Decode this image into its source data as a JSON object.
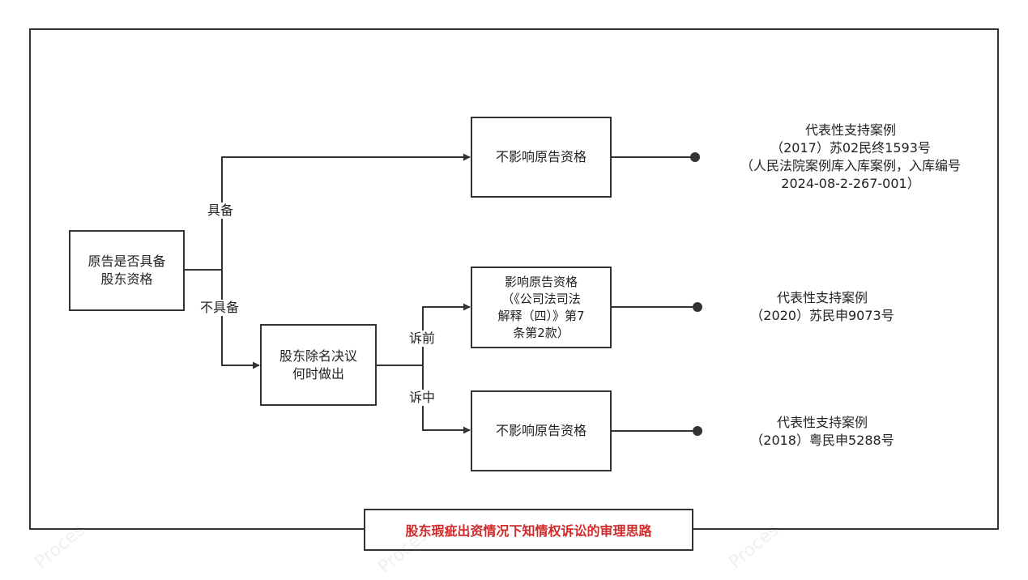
{
  "colors": {
    "stroke": "#333333",
    "text": "#222222",
    "title_text": "#d22a2a",
    "background": "#ffffff"
  },
  "nodes": {
    "qualification": "原告是否具备\n股东资格",
    "timing": "股东除名决议\n何时做出",
    "no_effect_top": "不影响原告资格",
    "affects": "影响原告资格\n（《公司法司法\n解释（四）》第7\n条第2款）",
    "no_effect_bottom": "不影响原告资格"
  },
  "edge_labels": {
    "has": "具备",
    "lacks": "不具备",
    "before_suit": "诉前",
    "during_suit": "诉中"
  },
  "cases": {
    "top": "代表性支持案例\n（2017）苏02民终1593号\n（人民法院案例库入库案例，入库编号\n2024-08-2-267-001）",
    "middle": "代表性支持案例\n（2020）苏民申9073号",
    "bottom": "代表性支持案例\n（2018）粤民申5288号"
  },
  "title": "股东瑕疵出资情况下知情权诉讼的审理思路",
  "watermark": "Proces"
}
